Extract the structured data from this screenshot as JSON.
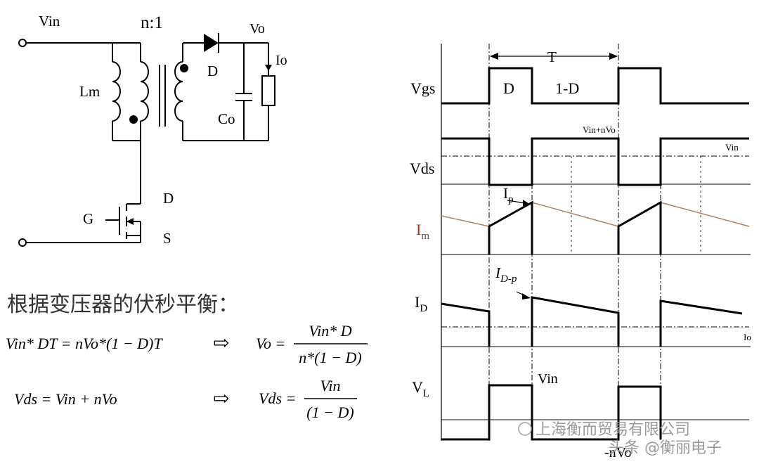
{
  "circuit": {
    "vin": "Vin",
    "ratio": "n:1",
    "vo": "Vo",
    "io": "Io",
    "lm": "Lm",
    "diode": "D",
    "co": "Co",
    "drain": "D",
    "gate": "G",
    "source": "S"
  },
  "equations": {
    "heading": "根据变压器的伏秒平衡：",
    "eq1_left": "Vin* DT = nVo*(1 − D)T",
    "eq1_result_lhs": "Vo =",
    "eq1_num": "Vin* D",
    "eq1_den": "n*(1 − D)",
    "eq2_left": "Vds = Vin + nVo",
    "eq2_result_lhs": "Vds =",
    "eq2_num": "Vin",
    "eq2_den": "(1 − D)",
    "implies": "⇨"
  },
  "waveforms": {
    "period": "T",
    "duty": "D",
    "one_minus_duty": "1-D",
    "vgs": "Vgs",
    "vds": "Vds",
    "vds_peak": "Vin+nVo",
    "vds_level": "Vin",
    "im": "I",
    "im_sub": "m",
    "ip": "I",
    "ip_sub": "p",
    "id": "I",
    "id_sub": "D",
    "idp": "I",
    "idp_sub": "D-p",
    "io_level": "Io",
    "vl": "V",
    "vl_sub": "L",
    "vl_high": "Vin",
    "vl_low": "-nVo",
    "im_color": "#9b3a2a",
    "im_ramp_color": "#b08060"
  },
  "watermark": {
    "line1": "上海衡而贸易有限公司",
    "line2": "头条 @衡丽电子"
  }
}
